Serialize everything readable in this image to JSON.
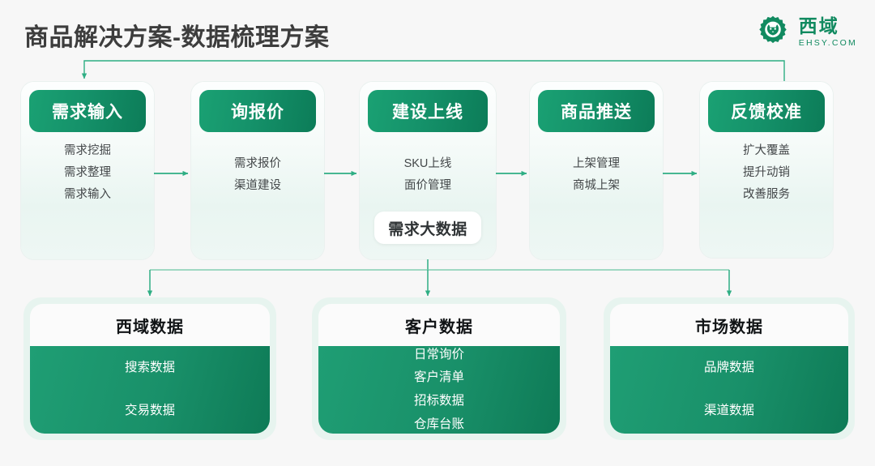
{
  "header": {
    "title": "商品解决方案-数据梳理方案",
    "logo": {
      "icon": "gear-lion-logo-icon",
      "cn_name": "西域",
      "en_name": "EHSY.COM",
      "color": "#118a60"
    }
  },
  "theme": {
    "background": "#f7f7f7",
    "accent_green": "#16926a",
    "accent_green_dark": "#0c7c58",
    "accent_green_light": "#1fa173",
    "line_green": "#3cb48a",
    "card_mint": "#e7f4ef",
    "title_color": "#3d3d3d"
  },
  "flow": {
    "stages": [
      {
        "title": "需求输入",
        "items": [
          "需求挖掘",
          "需求整理",
          "需求输入"
        ]
      },
      {
        "title": "询报价",
        "items": [
          "需求报价",
          "渠道建设"
        ]
      },
      {
        "title": "建设上线",
        "items": [
          "SKU上线",
          "面价管理"
        ]
      },
      {
        "title": "商品推送",
        "items": [
          "上架管理",
          "商城上架"
        ]
      },
      {
        "title": "反馈校准",
        "items": [
          "扩大覆盖",
          "提升动销",
          "改善服务"
        ]
      }
    ],
    "bigdata_pill": "需求大数据",
    "arrow_count_between_stages": 4,
    "feedback_loop": "反馈校准 → 需求输入"
  },
  "data_cards": [
    {
      "title": "西域数据",
      "items": [
        "搜索数据",
        "交易数据"
      ],
      "spacing": "wide"
    },
    {
      "title": "客户数据",
      "items": [
        "日常询价",
        "客户清单",
        "招标数据",
        "仓库台账"
      ],
      "spacing": "tight"
    },
    {
      "title": "市场数据",
      "items": [
        "品牌数据",
        "渠道数据"
      ],
      "spacing": "wide"
    }
  ]
}
